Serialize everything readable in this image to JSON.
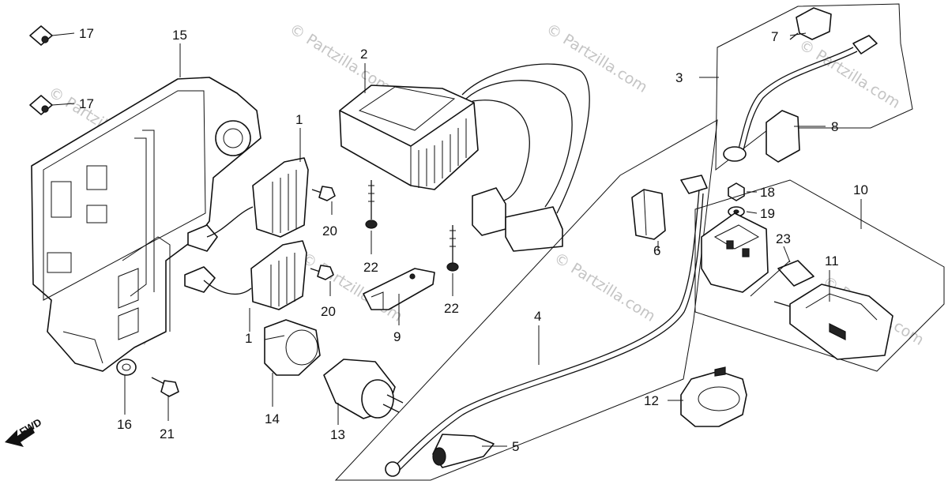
{
  "watermark": "© Partzilla.com",
  "fwd_label": "FWD",
  "callouts": {
    "c1a": "1",
    "c1b": "1",
    "c2": "2",
    "c3": "3",
    "c4": "4",
    "c5": "5",
    "c6": "6",
    "c7": "7",
    "c8": "8",
    "c9": "9",
    "c10": "10",
    "c11": "11",
    "c12": "12",
    "c13": "13",
    "c14": "14",
    "c15": "15",
    "c16": "16",
    "c17a": "17",
    "c17b": "17",
    "c18": "18",
    "c19": "19",
    "c20a": "20",
    "c20b": "20",
    "c21": "21",
    "c22a": "22",
    "c22b": "22",
    "c23": "23"
  }
}
